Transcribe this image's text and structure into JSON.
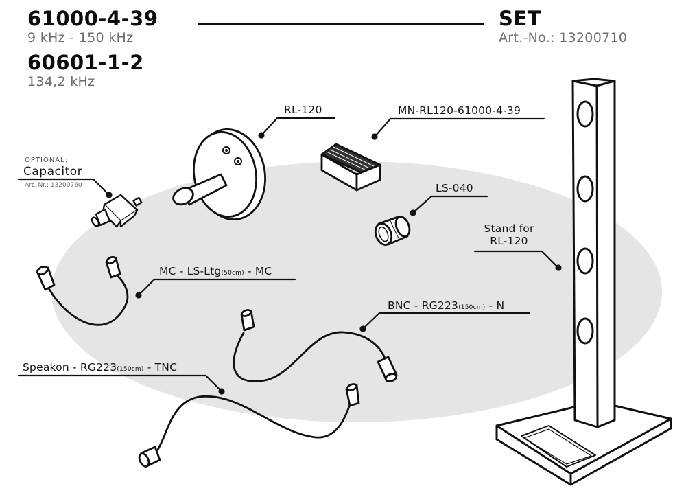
{
  "header": {
    "standard_1": "61000-4-39",
    "standard_1_range": "9 kHz - 150 kHz",
    "standard_2": "60601-1-2",
    "standard_2_freq": "134,2 kHz",
    "set_label": "SET",
    "set_article": "Art.-No.: 13200710"
  },
  "colors": {
    "ink": "#111111",
    "subtitle_gray": "#6e6e6e",
    "backdrop_ellipse": "#e6e5e6",
    "background": "#ffffff"
  },
  "components": {
    "capacitor": {
      "optional_tag": "OPTIONAL:",
      "name": "Capacitor",
      "article": "Art.-Nr.: 13200760",
      "icon": "capacitor-connector-icon"
    },
    "rl120": {
      "name": "RL-120",
      "icon": "antenna-disc-icon"
    },
    "mn_rl120": {
      "name": "MN-RL120-61000-4-39",
      "icon": "matching-network-box-icon"
    },
    "ls040": {
      "name": "LS-040",
      "icon": "adapter-sleeve-icon"
    },
    "stand": {
      "name_line1": "Stand for",
      "name_line2": "RL-120",
      "icon": "stand-icon"
    },
    "mc_cable": {
      "name_pre": "MC - LS-Ltg",
      "name_small": "(50cm)",
      "name_post": " - MC",
      "icon": "cable-icon"
    },
    "bnc_cable": {
      "name_pre": "BNC - RG223",
      "name_small": "(150cm)",
      "name_post": " - N",
      "icon": "cable-icon"
    },
    "speakon_cable": {
      "name_pre": "Speakon - RG223",
      "name_small": "(150cm)",
      "name_post": " - TNC",
      "icon": "cable-icon"
    }
  }
}
